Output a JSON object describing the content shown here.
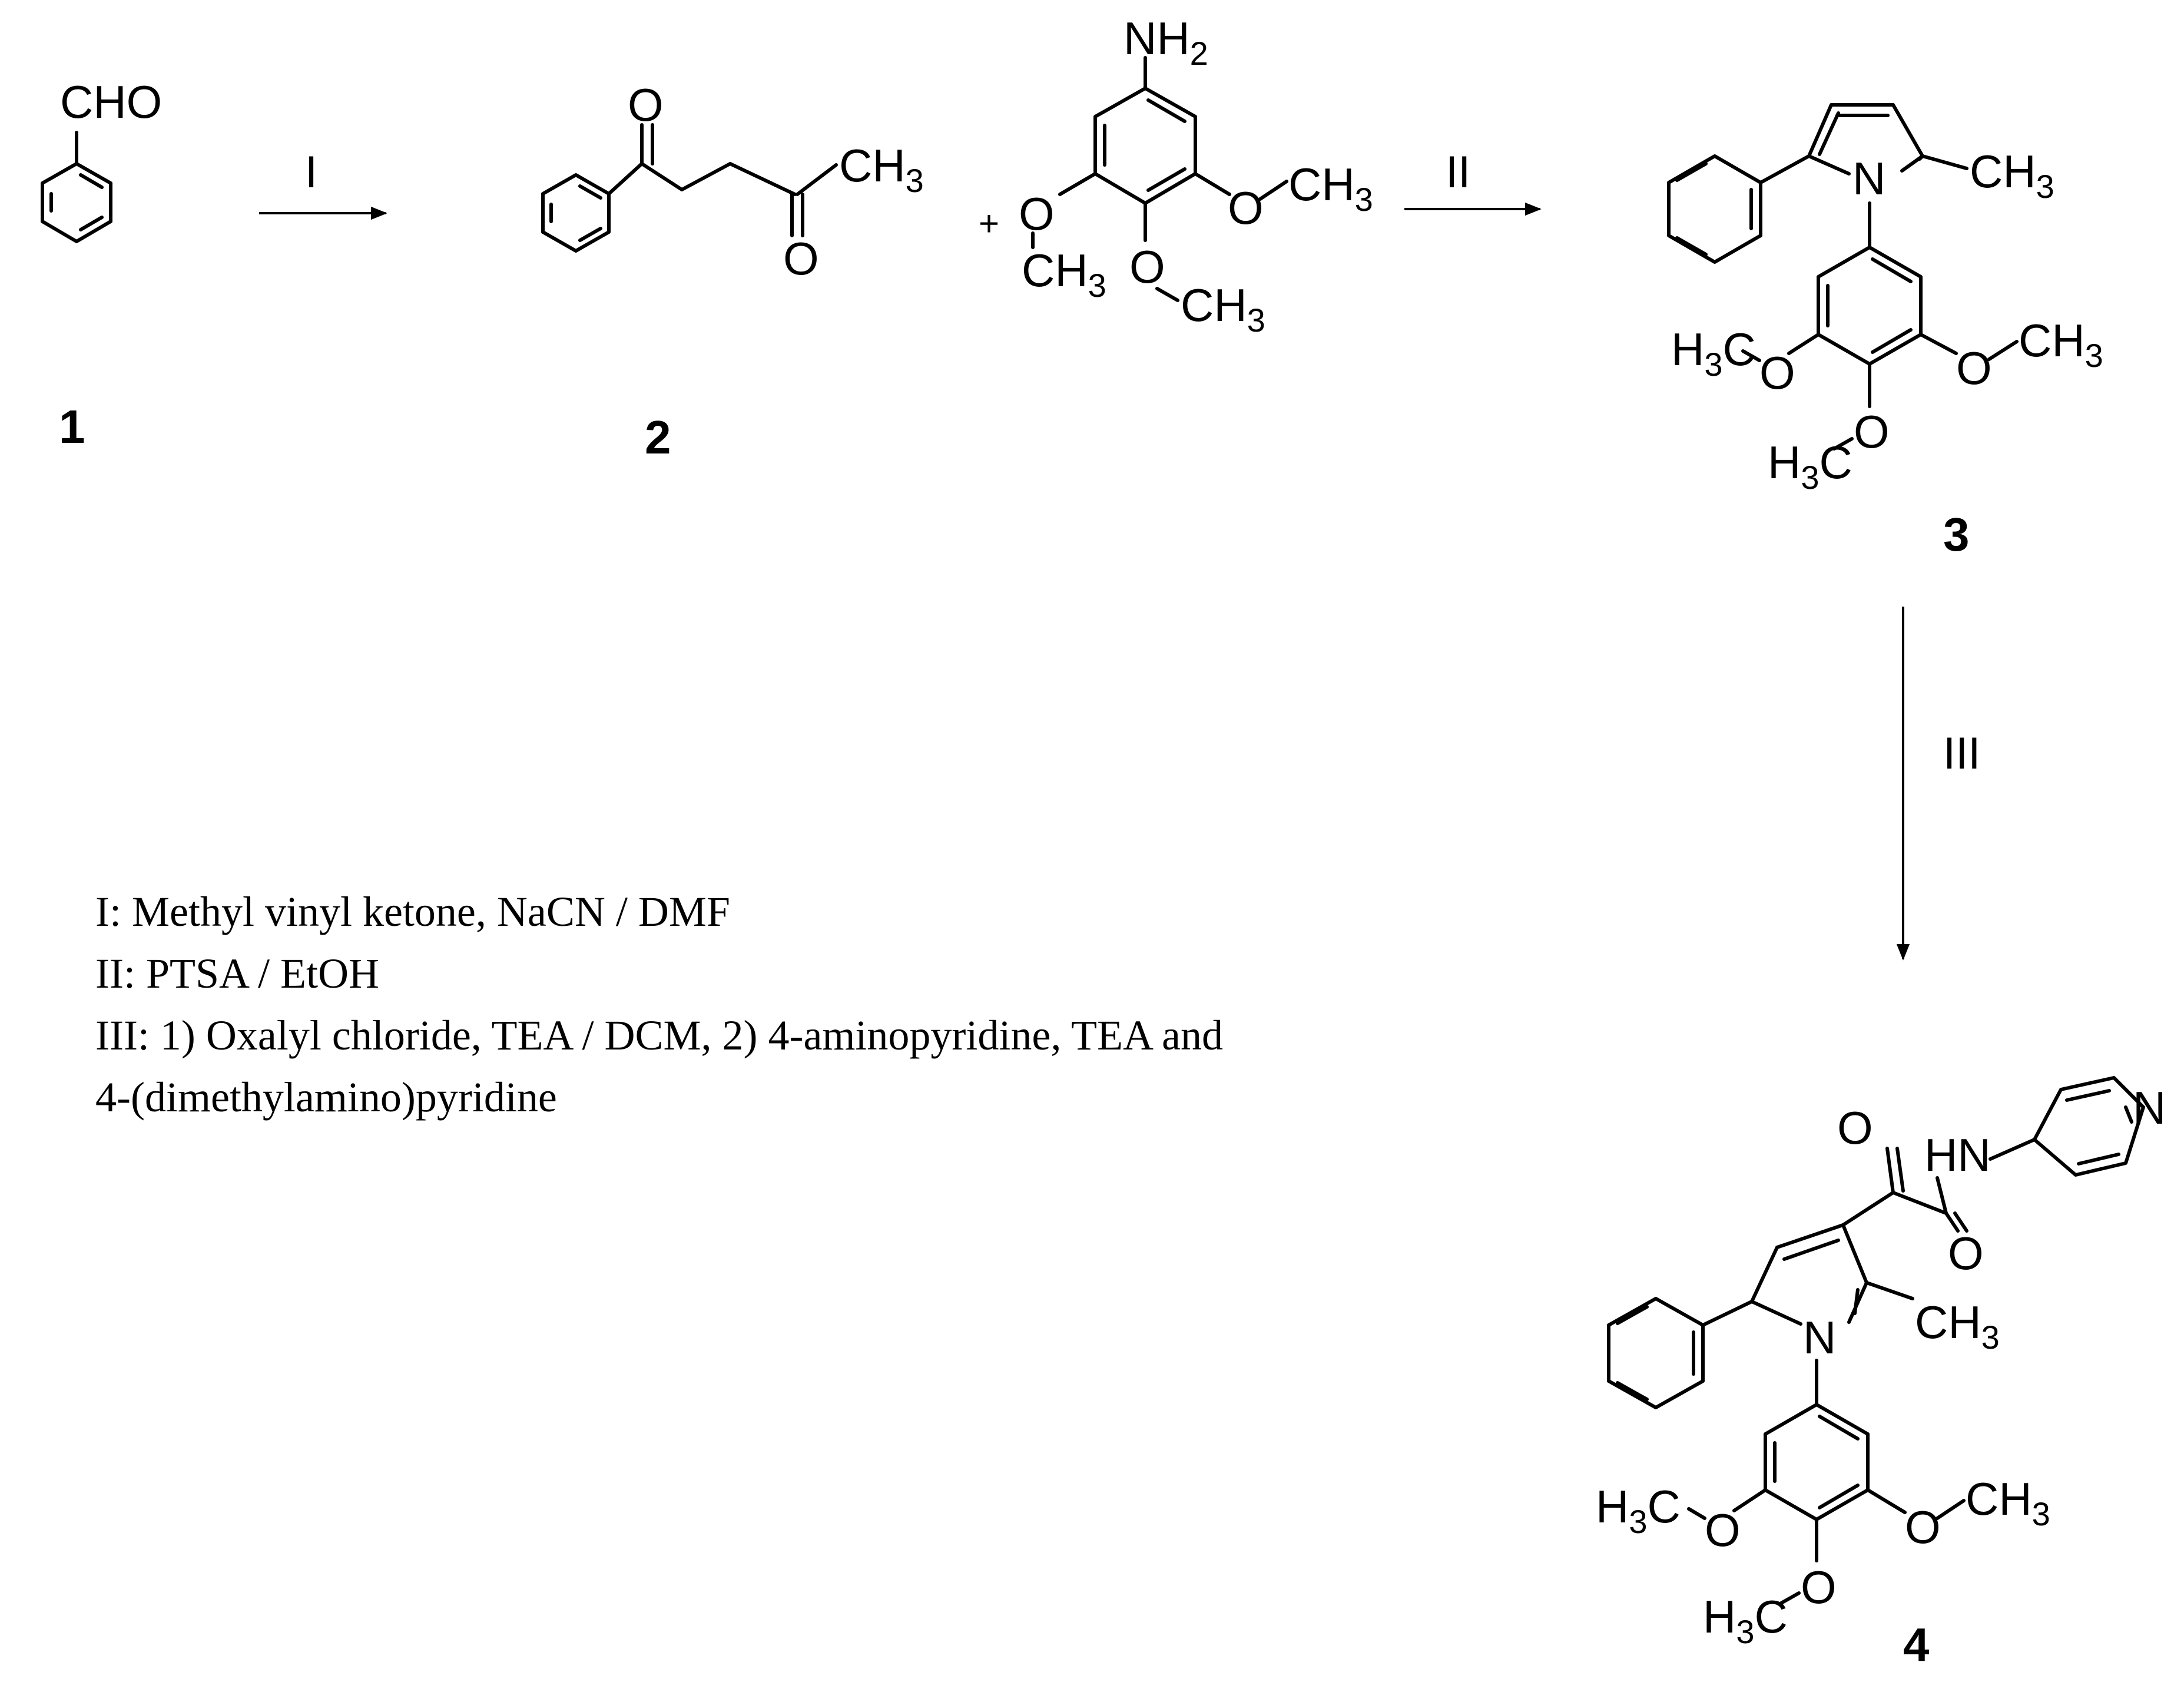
{
  "compounds": [
    {
      "id": "1",
      "label": "1"
    },
    {
      "id": "2",
      "label": "2"
    },
    {
      "id": "3",
      "label": "3"
    },
    {
      "id": "4",
      "label": "4"
    }
  ],
  "steps": {
    "s1": "I",
    "s2": "II",
    "s3": "III"
  },
  "reagent_plus": "+",
  "atoms": {
    "cho": "CHO",
    "o": "O",
    "n": "N",
    "hn": "HN",
    "c": "C",
    "ch": "CH",
    "h": "H",
    "nh": "NH",
    "sub2": "2",
    "sub3": "3"
  },
  "conditions": [
    "I: Methyl vinyl ketone, NaCN / DMF",
    "II: PTSA / EtOH",
    "III: 1) Oxalyl chloride, TEA / DCM, 2) 4-aminopyridine, TEA and",
    "4-(dimethylamino)pyridine"
  ]
}
